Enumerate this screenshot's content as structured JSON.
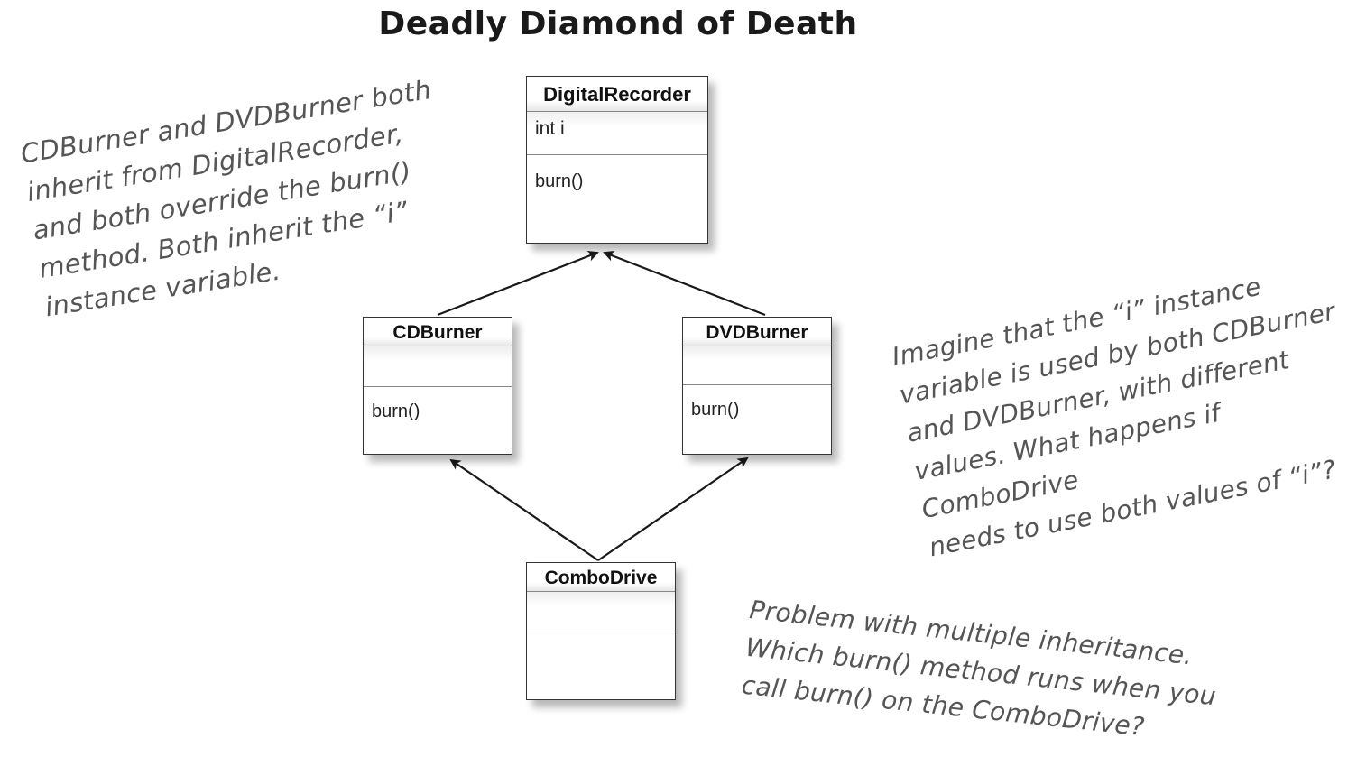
{
  "title": "Deadly Diamond of Death",
  "classes": {
    "digital_recorder": {
      "name": "DigitalRecorder",
      "attribute": "int i",
      "method": "burn()"
    },
    "cd_burner": {
      "name": "CDBurner",
      "attribute": "",
      "method": "burn()"
    },
    "dvd_burner": {
      "name": "DVDBurner",
      "attribute": "",
      "method": "burn()"
    },
    "combo_drive": {
      "name": "ComboDrive",
      "attribute": "",
      "method": ""
    }
  },
  "notes": {
    "inheritance": "CDBurner and DVDBurner both\ninherit from DigitalRecorder,\nand both override the burn()\nmethod. Both inherit the “i”\ninstance variable.",
    "instance_variable": "Imagine that the “i” instance\nvariable is used by both CDBurner\nand DVDBurner, with different\nvalues. What happens if ComboDrive\nneeds to use both values of “i”?",
    "problem": "Problem with multiple inheritance.\nWhich burn() method runs when you\ncall burn() on the ComboDrive?"
  },
  "colors": {
    "line": "#1a1a1a",
    "note_text": "#555555",
    "box_border": "#333333"
  }
}
